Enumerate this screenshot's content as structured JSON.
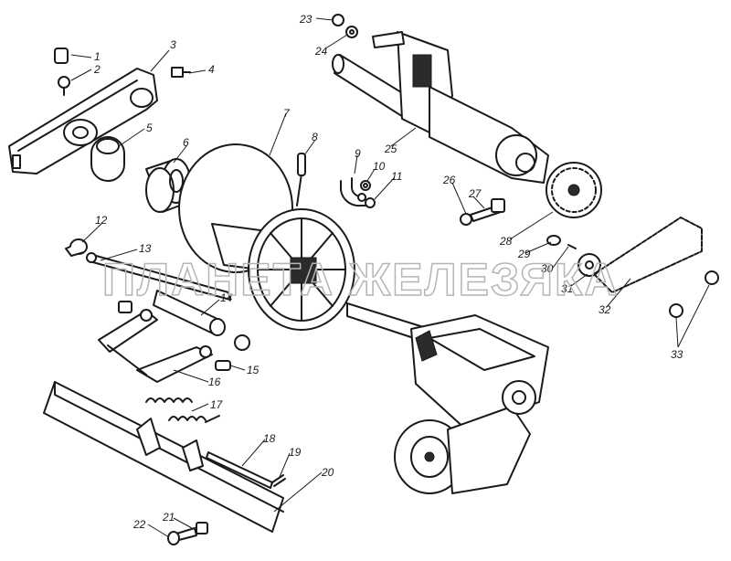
{
  "watermark": "ПЛАНЕТА ЖЕЛЕЗЯКА",
  "callouts": [
    "1",
    "2",
    "3",
    "4",
    "5",
    "6",
    "7",
    "8",
    "9",
    "10",
    "11",
    "12",
    "13",
    "14",
    "15",
    "16",
    "17",
    "18",
    "19",
    "20",
    "21",
    "22",
    "23",
    "24",
    "25",
    "26",
    "27",
    "28",
    "29",
    "30",
    "31",
    "32",
    "33"
  ],
  "colors": {
    "ink": "#1a1a1a",
    "watermark": "#b5b5b5",
    "background": "#ffffff"
  }
}
